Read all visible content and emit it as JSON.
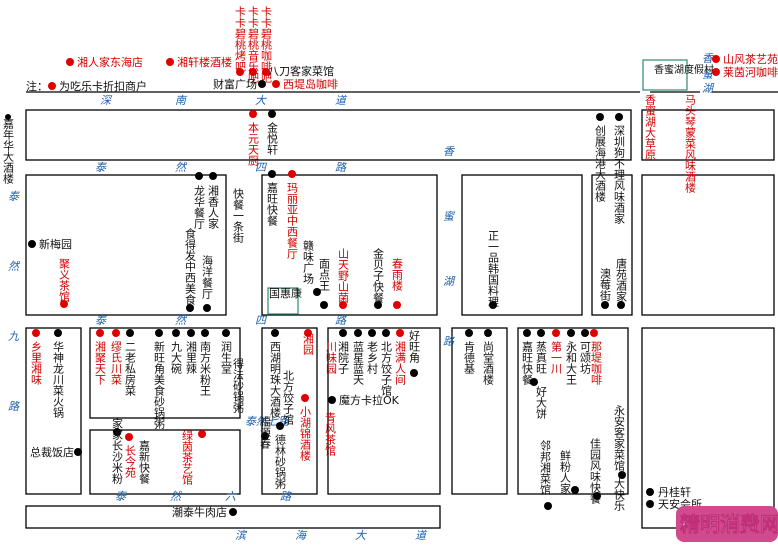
{
  "legend": {
    "prefix": "注：",
    "text": "为吃乐卡折扣商户"
  },
  "roads": {
    "south_east": "深南大道",
    "tai_ran_4": "泰然四路",
    "tai_ran_6": "泰然六路",
    "tai_ran_7": "泰然七路",
    "tai_ran_9": "泰然九路",
    "tai_ran_2_3": "泰然路",
    "xiang_mi_hu": "香蜜湖路",
    "xiang_mi_hu_lu": "香蜜湖路",
    "binhai": "滨海大道",
    "kuaican": "快餐一条街"
  },
  "labels": {
    "xiangxiang": "湘人家东海店",
    "xiangxuan": "湘轩楼酒楼",
    "kaka_bi": "卡卡碧桃烤吧",
    "kaka_yin": "卡卡碧桃音乐吧",
    "kaka_kafei": "卡卡碧桃咖啡吧",
    "badao": "八刀客家菜馆",
    "caifu": "财富广场",
    "xidi": "西堤岛咖啡",
    "xiangmihu_resort": "香蜜湖度假村",
    "shanfeng": "山风茶艺苑",
    "laiyin": "莱茵河咖啡",
    "xiangmihu_grass": "香蜜湖大草原",
    "matou": "马头琴蒙菜风味酒楼",
    "jiaxian": "嘉年华大酒楼",
    "benyuan": "本元天厨",
    "jinyue": "金悦轩",
    "chuangzhan": "创展海港大酒楼",
    "shenzhen_gou": "深圳狗不理风味酒家",
    "longhua": "龙华餐厅",
    "xiangxiang2": "湘香人家",
    "shide": "食得发中西美食",
    "haiyang": "海洋餐厅",
    "jiawang": "嘉旺快餐",
    "maliya": "玛丽亚中西餐厅",
    "xinmeiyuan": "新梅园",
    "juyi": "聚义茶馆",
    "ganwei": "赣味广场",
    "mianding": "面点王",
    "guohuikang": "国惠康",
    "shantian": "山天野山菌",
    "jinzi": "金贝子快餐",
    "chunyu": "春雨楼",
    "zhengyi": "正一品韩国料理",
    "aoguo": "澳莓街",
    "tangyuan": "唐苑酒家",
    "xiangli": "乡里湘味",
    "huashen": "华神龙川菜火锅",
    "lanshi": "缪氏川菜",
    "xiangmantian": "湘聚天下",
    "erlao": "二老私房菜",
    "xinxin": "新旺角美食砂锅粥",
    "jiuda": "九大碗",
    "xiangli2": "湘里辣",
    "nanfang": "南方米粉王",
    "runsheng": "润生堂",
    "dejin": "得法砂锅粥",
    "xihu": "西湖明珠大酒楼",
    "beifang": "北方饺子馆",
    "xiangyuan": "湘园",
    "xiaohu": "小湖锦酒楼",
    "xiangyuanzi": "湘院子",
    "chuan": "川味园",
    "lanyan": "蓝星蓝天",
    "laoxiang": "老乡村",
    "beifangjiao": "北方饺子馆",
    "xiangmanren": "湘满人间",
    "mofang": "魔方卡拉OK",
    "qingfeng": "青风茶馆",
    "haowang": "好旺角",
    "kenji": "肯德基",
    "shangtang": "尚堂酒楼",
    "jiaxin": "嘉旺快餐",
    "zhengchuan": "蒸真旺",
    "diyi": "第一川",
    "yonghe": "永和大王",
    "kesong": "可颂坊",
    "nadi": "那堤咖啡",
    "haoda": "好大饼",
    "linbang": "邻邦湘菜馆",
    "xianfen": "鲜粉人家",
    "jiayuan": "佳园风味快餐",
    "yongan": "永安客家菜馆",
    "dakuai": "大快乐",
    "zongcai": "总裁饭店",
    "jiajia": "家家长沙米粉",
    "changjin": "长今苑",
    "jiaxin2": "嘉新快餐",
    "lvyin": "绿茵茶艺馆",
    "fujian": "福源春",
    "delin": "德林砂锅粥",
    "chaotai": "潮泰牛肉店",
    "dangui": "丹桂轩",
    "tianan": "天安会所"
  },
  "watermark": "精明消费网"
}
